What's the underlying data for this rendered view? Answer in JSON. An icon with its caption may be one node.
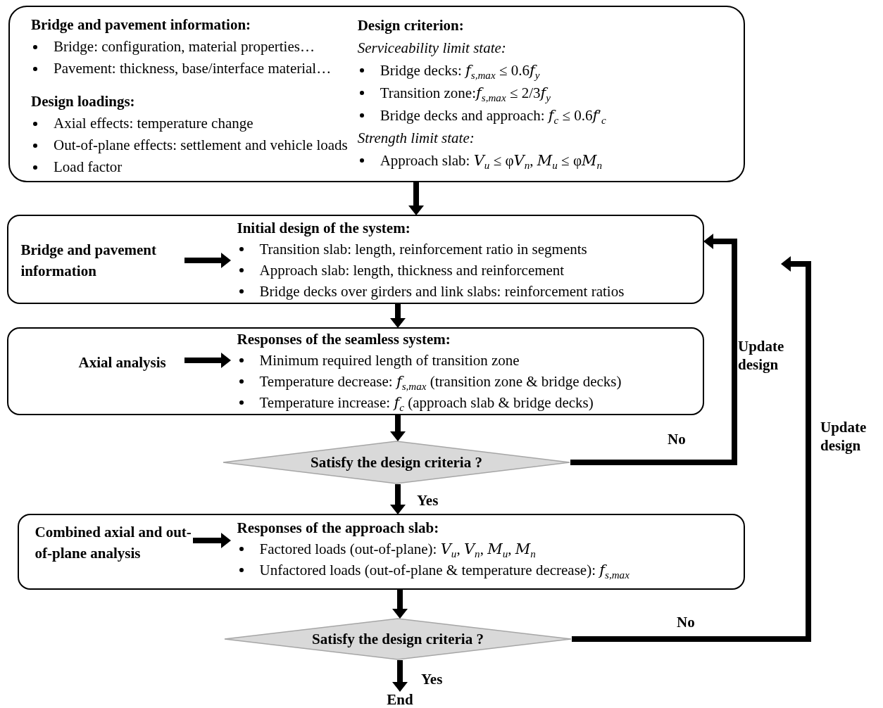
{
  "diagram": {
    "nodes": [
      {
        "text": [
          "Bridge and pavement information:",
          "Bridge: configuration, material properties…",
          "Pavement: thickness, base/interface material…",
          "Design loadings:",
          "Axial effects: temperature change",
          "Out-of-plane effects: settlement and vehicle loads",
          "Load factor",
          "Design criterion:",
          "Serviceability limit state:",
          "Bridge decks: 𝑓$_{s,max}$ ≤ 0.6𝑓$_{y}$",
          "Transition zone:𝑓$_{s,max}$ ≤ 2/3𝑓$_{y}$",
          "Bridge decks and approach: 𝑓$_{c}$ ≤ 0.6𝑓′$_{c}$",
          "Strength limit state:",
          "Approach slab: 𝑉$_{u}$ ≤ φ𝑉$_{n}$, 𝑀$_{u}$ ≤ φ𝑀$_{n}$"
        ]
      },
      {
        "text": [],
        "shape": "box"
      },
      {
        "text": [
          "Bridge and pavement information"
        ],
        "in": 1
      },
      {
        "text": [
          "**Initial design of the system**:",
          "Transition slab: length, reinforcement ratio in segments",
          "Approach slab: length, thickness and reinforcement",
          "Bridge decks over girders and link slabs: reinforcement ratios"
        ],
        "in": 1
      },
      {
        "text": [],
        "shape": "box"
      },
      {
        "text": [
          "Axial analysis"
        ],
        "in": 4
      },
      {
        "text": [
          "Responses of the seamless system:",
          "Minimum required length of transition zone",
          "Temperature decrease: 𝑓$_{s,max}$ (transition zone & bridge decks)",
          "Temperature increase: 𝑓$_{c}$ (approach slab & bridge decks)"
        ],
        "in": 4
      },
      {
        "text": [
          "Satisfy the design criteria ?"
        ]
      },
      {
        "text": [],
        "shape": "box"
      },
      {
        "text": [
          "Combined axial and out-of-plane analysis"
        ],
        "in": 8
      },
      {
        "text": [
          "Responses of the approach slab:",
          "Factored loads (out-of-plane): 𝑉$_{u}$, 𝑉$_{n}$, 𝑀$_{u}$, 𝑀$_{n}$",
          "Unfactored loads (out-of-plane & temperature decrease): 𝑓$_{s,max}$"
        ],
        "in": 8
      },
      {
        "text": [
          "Satisfy the design criteria ?"
        ]
      },
      {
        "text": [
          "End"
        ]
      }
    ],
    "edges": [
      {
        "from": 0,
        "to": 1,
        "arrow": "to"
      },
      {
        "from": 1,
        "to": 4,
        "arrow": "to"
      },
      {
        "from": 4,
        "to": 7,
        "arrow": "to"
      },
      {
        "from": 7,
        "to": 8,
        "arrow": "to",
        "label": "Yes"
      },
      {
        "from": 8,
        "to": 11,
        "arrow": "to"
      },
      {
        "from": 11,
        "to": 12,
        "arrow": "to",
        "label": "Yes"
      },
      {
        "from": 7,
        "to": 1,
        "arrow": "to",
        "label": "No"
      },
      {
        "from": 11,
        "to": 1,
        "arrow": "to",
        "label": "No"
      },
      {
        "from": 2,
        "to": 3,
        "arrow": "to"
      },
      {
        "from": 5,
        "to": 6,
        "arrow": "to"
      },
      {
        "from": 9,
        "to": 10,
        "arrow": "to"
      }
    ],
    "labels": [
      "Update design",
      "Update design"
    ]
  }
}
